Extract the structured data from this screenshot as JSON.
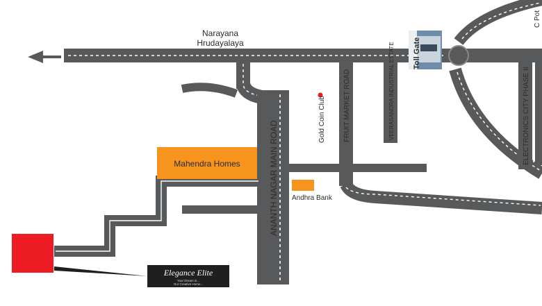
{
  "map": {
    "labels": {
      "hospital_line1": "Narayana",
      "hospital_line2": "Hrudayalaya",
      "toll_gate": "Toll Gate",
      "main_road": "ANANTH NAGAR MAIN ROAD",
      "fruit_market": "FRUIT MARKET ROAD",
      "industrial_estate": "VEERASANDRA INDUSTRIAL ESTATE",
      "electronics_city": "ELECTRONICS CITY PHASE II",
      "club": "Gold Coin Club",
      "mahendra": "Mahendra Homes",
      "bank": "Andhra Bank",
      "partial_label": "C Pot"
    },
    "project": {
      "logo_name": "Elegance Elite",
      "tagline_line1": "Your Dream is...",
      "tagline_line2": "Our Creative Home..."
    },
    "colors": {
      "road": "#58595b",
      "landmark_orange": "#f7941d",
      "project_red": "#ed1c24",
      "club_dot": "#ed1c24",
      "logo_bg": "#1f1f1f"
    }
  }
}
